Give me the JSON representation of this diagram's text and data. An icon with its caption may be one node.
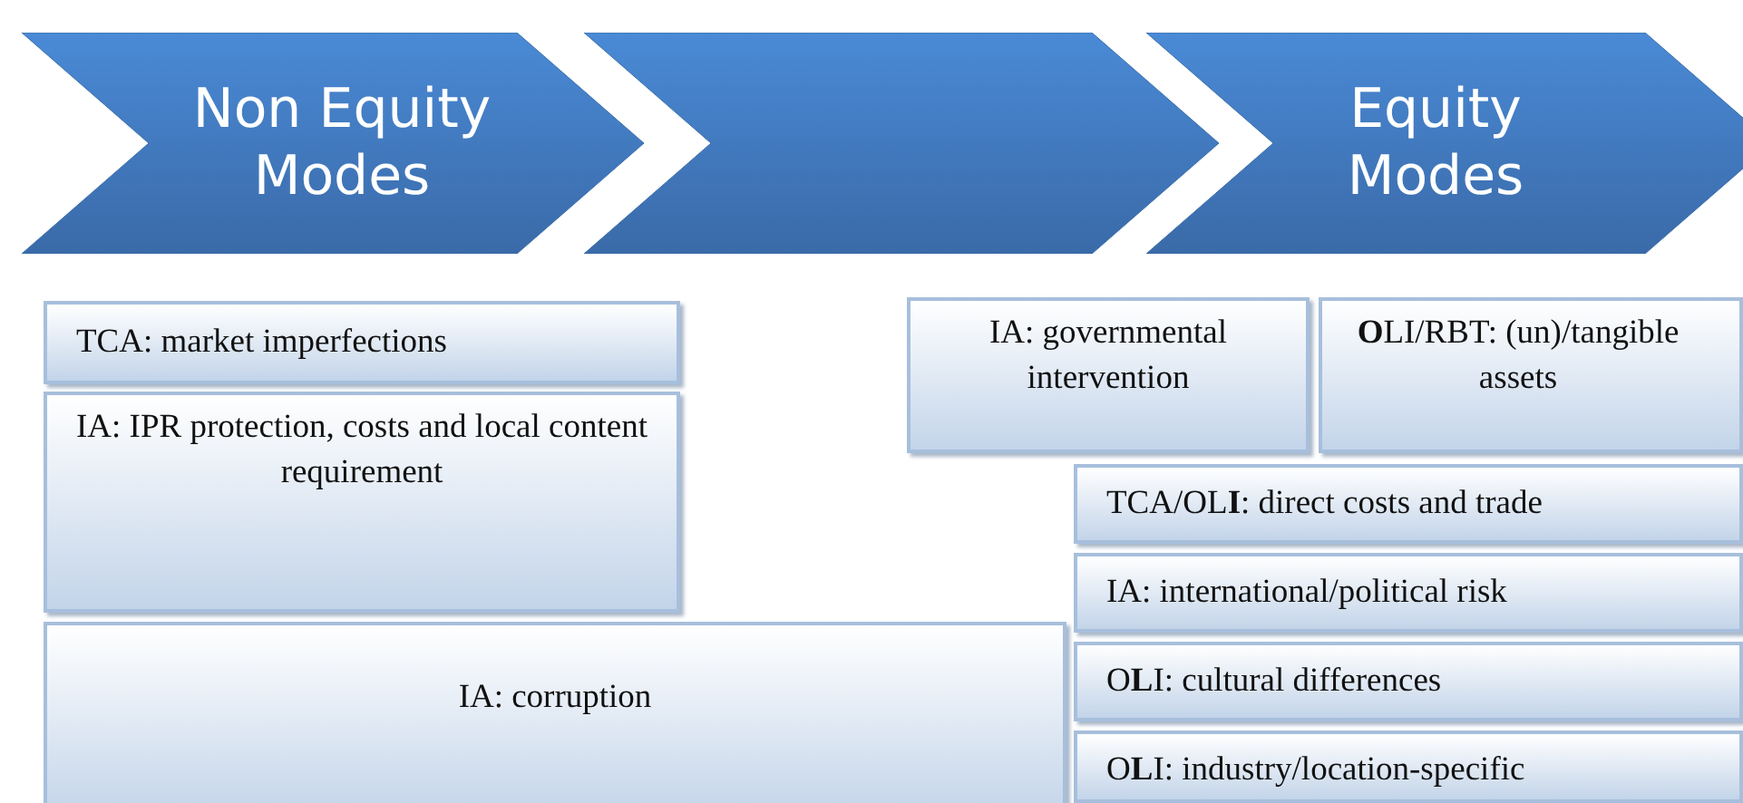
{
  "diagram": {
    "nodes": [
      {
        "text": [
          "Non Equity Modes"
        ]
      },
      {
        "text": [],
        "shape": "chevron"
      },
      {
        "text": [
          "Equity Modes"
        ]
      },
      {
        "text": [
          "TCA: market imperfections"
        ]
      },
      {
        "text": [
          "IA: IPR protection, costs and local content requirement"
        ]
      },
      {
        "text": [
          "IA: corruption"
        ]
      },
      {
        "text": [
          "IA: governmental intervention"
        ]
      },
      {
        "text": [
          "**O**LI/RBT: (un)/tangible assets"
        ]
      },
      {
        "text": [
          "TCA/OL**I**: direct costs and trade"
        ]
      },
      {
        "text": [
          "IA: international/political risk"
        ]
      },
      {
        "text": [
          "O**L**I: cultural differences"
        ]
      },
      {
        "text": [
          "O**L**I: industry/location-specific"
        ]
      }
    ]
  }
}
